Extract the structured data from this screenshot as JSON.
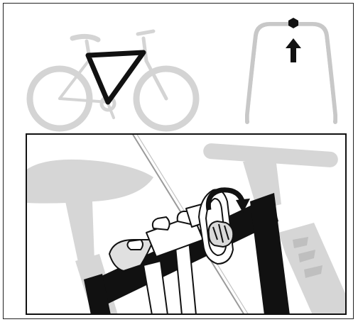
{
  "figure": {
    "panels": [
      {
        "id": "bike-overview",
        "highlight": "frame-triangle"
      },
      {
        "id": "rack-overview",
        "indicator": "up-arrow"
      },
      {
        "id": "clamp-detail",
        "action": "rotate-knob-clockwise"
      }
    ],
    "colors": {
      "line": "#111111",
      "ghost": "#d3d3d3",
      "ghost_stroke": "#bdbdbd"
    }
  }
}
